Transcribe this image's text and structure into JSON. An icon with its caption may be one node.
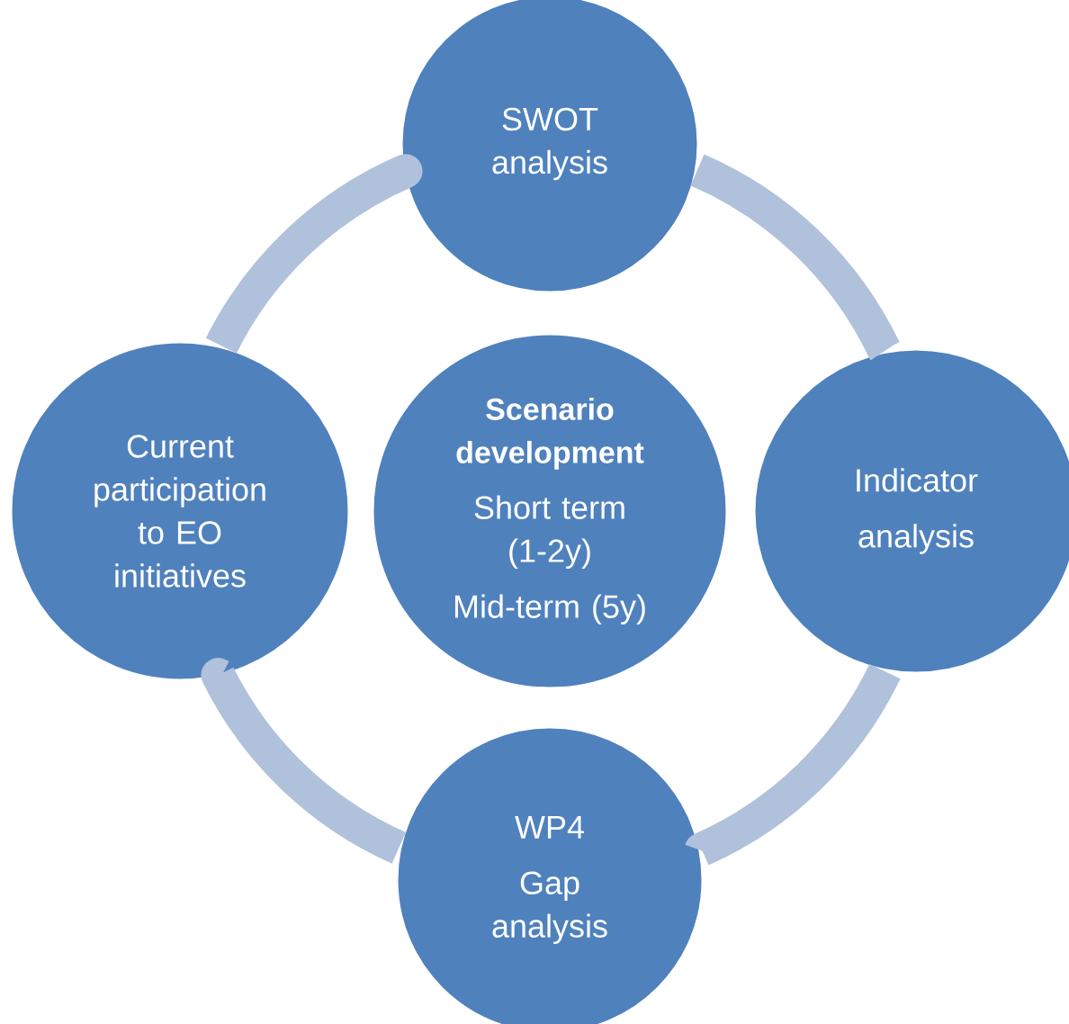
{
  "diagram": {
    "nodes": [
      {
        "text": [
          "SWOT analysis"
        ]
      },
      {
        "text": [
          "Current participation to EO initiatives"
        ]
      },
      {
        "text": [
          "Scenario development",
          "Short term (1-2y)",
          "Mid-term (5y)"
        ]
      },
      {
        "text": [
          "Indicator",
          "analysis"
        ]
      },
      {
        "text": [
          "WP4",
          "Gap analysis"
        ]
      }
    ],
    "edges": [
      {
        "from": 0,
        "to": 3,
        "arrow": "none"
      },
      {
        "from": 3,
        "to": 4,
        "arrow": "none"
      },
      {
        "from": 4,
        "to": 1,
        "arrow": "none"
      },
      {
        "from": 1,
        "to": 0,
        "arrow": "none"
      }
    ]
  }
}
